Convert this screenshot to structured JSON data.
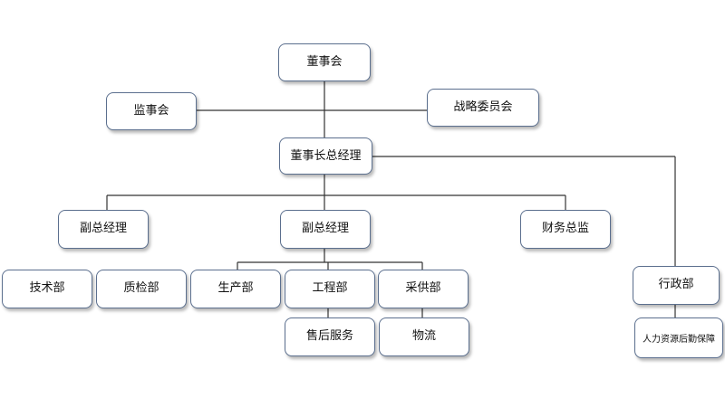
{
  "org_chart": {
    "line_color": "#333333",
    "border_color": "#5b6f8e",
    "nodes": {
      "board": "董事会",
      "supervisors": "监事会",
      "strategy": "战略委员会",
      "chairman_gm": "董事长总经理",
      "vp_left": "副总经理",
      "vp_center": "副总经理",
      "finance": "财务总监",
      "tech": "技术部",
      "qc": "质检部",
      "production": "生产部",
      "engineering": "工程部",
      "procurement": "采供部",
      "after_sales": "售后服务",
      "logistics": "物流",
      "admin": "行政部",
      "hr_logistics": "人力资源后勤保障"
    }
  }
}
